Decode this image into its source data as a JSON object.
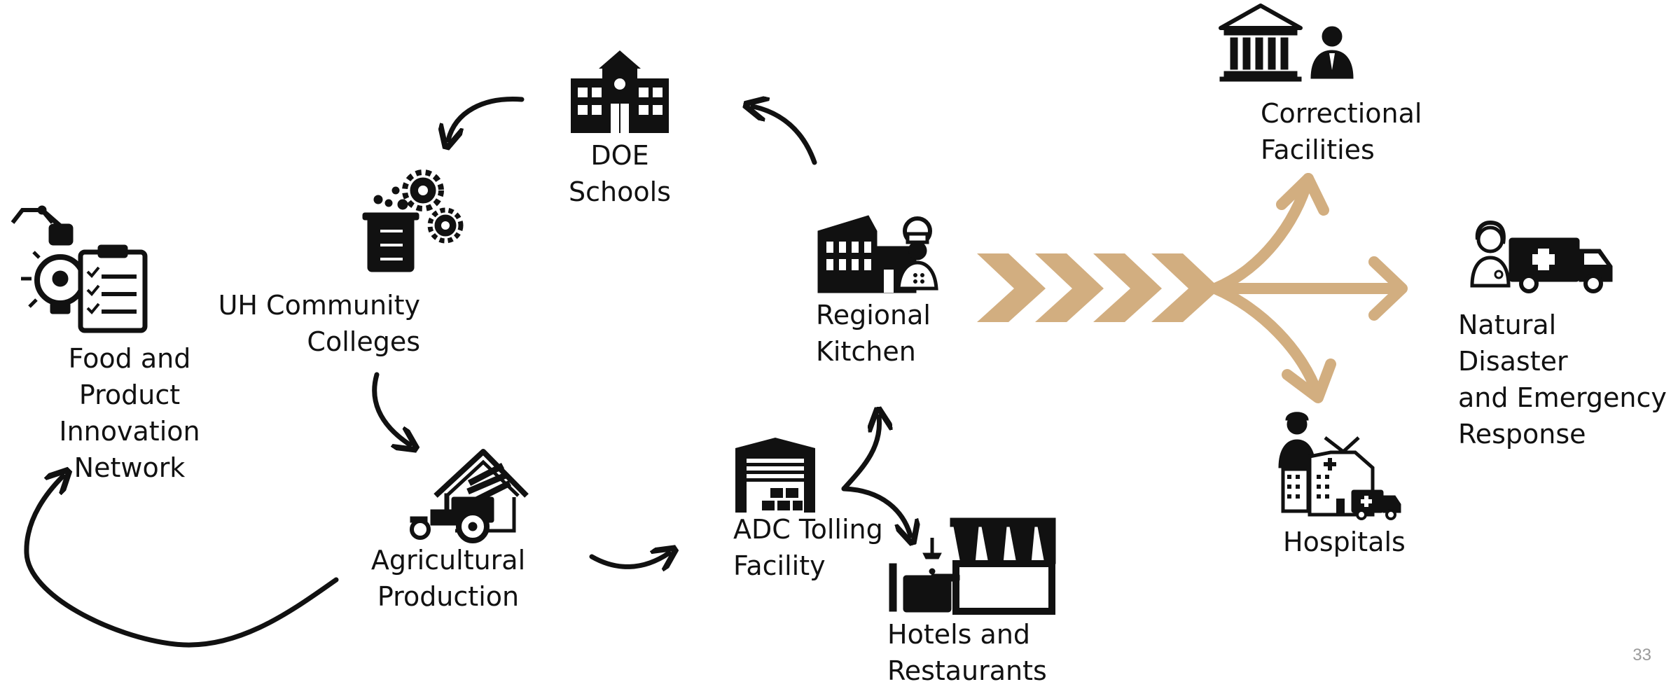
{
  "nodes": {
    "food_innovation": "Food and\nProduct\nInnovation\nNetwork",
    "uh_colleges": "UH Community\nColleges",
    "doe_schools": "DOE\nSchools",
    "agricultural": "Agricultural\nProduction",
    "adc_tolling": "ADC Tolling\nFacility",
    "regional_kitchen": "Regional\nKitchen",
    "hotels": "Hotels  and\nRestaurants",
    "correctional": "Correctional\nFacilities",
    "disaster": "Natural Disaster\nand Emergency\nResponse",
    "hospitals": "Hospitals"
  },
  "colors": {
    "ink": "#111111",
    "accent": "#D2AE80",
    "page_number": "#9a9a9a"
  },
  "icons": {
    "food_innovation": "robot-arm-lightbulb-clipboard-icon",
    "uh_colleges": "beaker-gears-icon",
    "doe_schools": "school-building-icon",
    "agricultural": "farm-tractor-icon",
    "adc_tolling": "warehouse-icon",
    "regional_kitchen": "factory-chef-icon",
    "hotels": "storefront-dining-icon",
    "correctional": "courthouse-officer-icon",
    "disaster": "ambulance-nurse-icon",
    "hospitals": "hospital-firefighter-icon"
  },
  "page_number": "33"
}
